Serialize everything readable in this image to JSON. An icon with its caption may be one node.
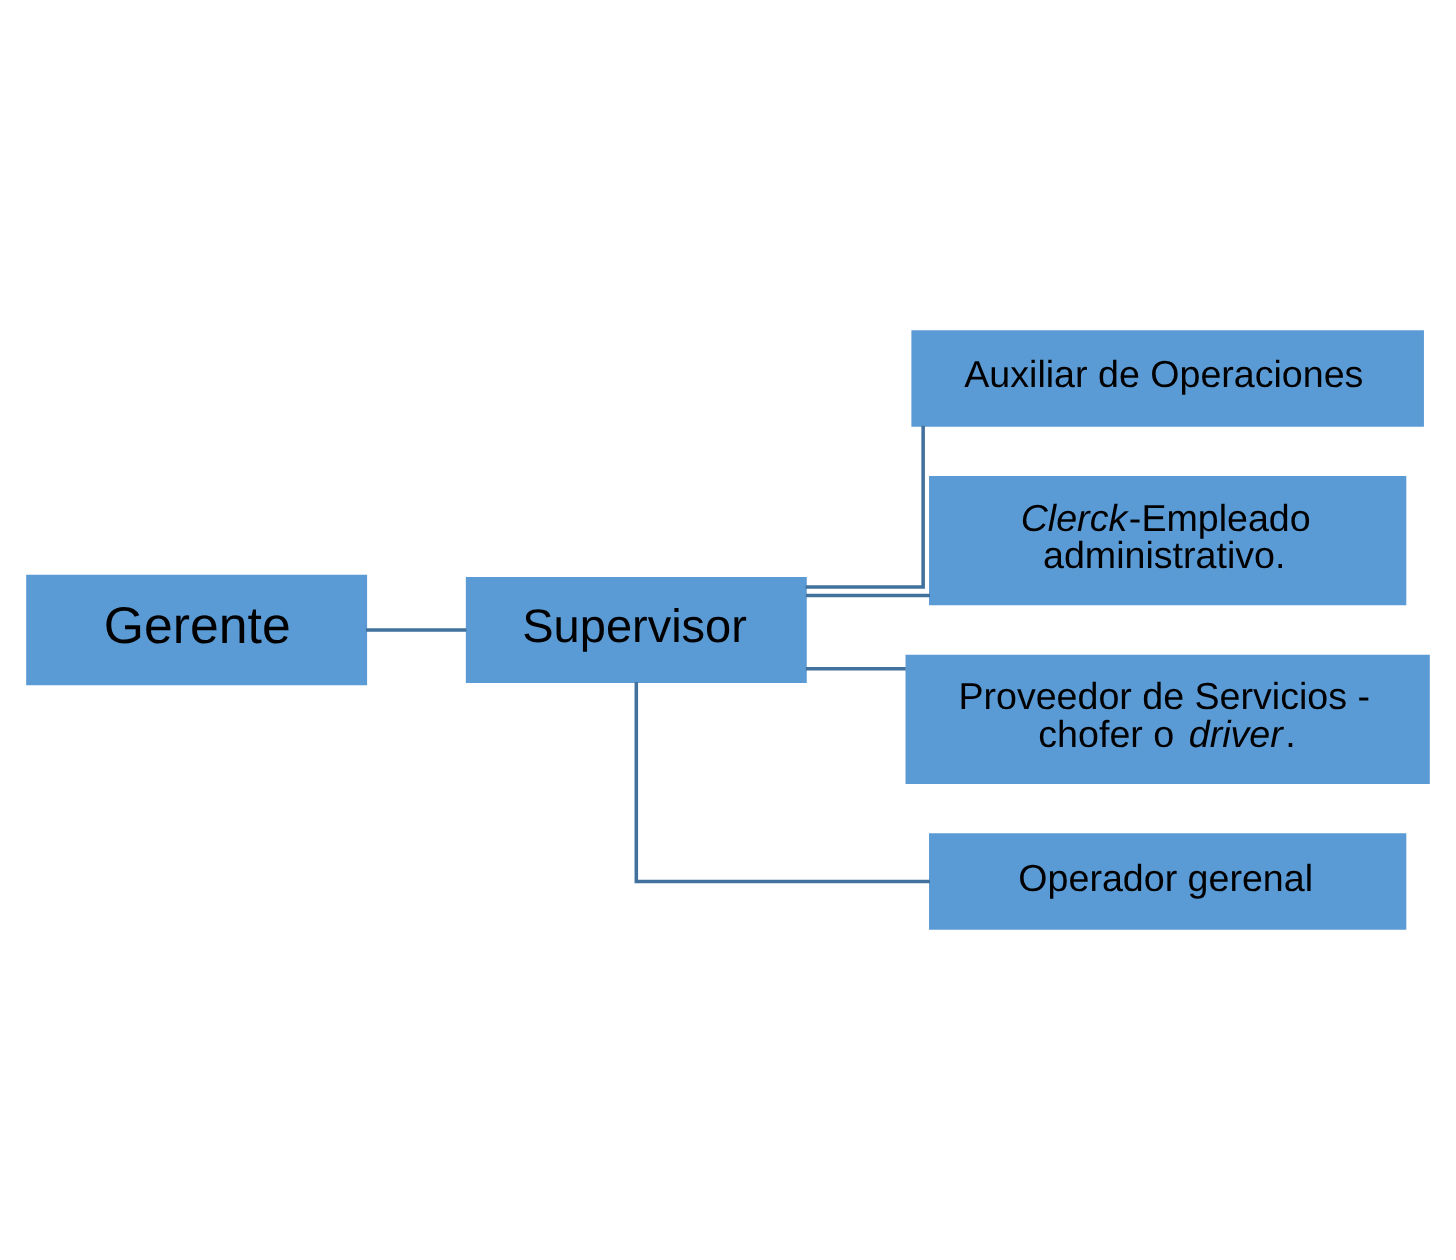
{
  "diagram": {
    "nodes": [
      {
        "text": [
          "Gerente"
        ]
      },
      {
        "text": [
          "Supervisor"
        ]
      },
      {
        "text": [
          "Auxiliar de Operaciones"
        ]
      },
      {
        "text": [
          "*Clerck*-Empleado administrativo."
        ]
      },
      {
        "text": [
          "Proveedor de Servicios - chofer o *driver*."
        ]
      },
      {
        "text": [
          "Operador gerenal"
        ]
      }
    ],
    "edges": [
      {
        "from": 0,
        "to": 1,
        "arrow": "none"
      },
      {
        "from": 1,
        "to": 2,
        "arrow": "none"
      },
      {
        "from": 1,
        "to": 3,
        "arrow": "none"
      },
      {
        "from": 1,
        "to": 4,
        "arrow": "none"
      },
      {
        "from": 1,
        "to": 5,
        "arrow": "none"
      }
    ]
  }
}
